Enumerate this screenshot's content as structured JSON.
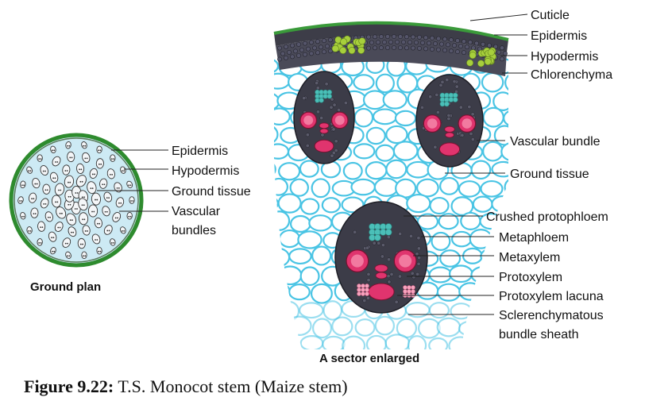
{
  "ground_plan": {
    "title": "Ground plan",
    "labels": [
      "Epidermis",
      "Hypodermis",
      "Ground tissue",
      "Vascular",
      "bundles"
    ]
  },
  "sector": {
    "title": "A sector enlarged",
    "labels": [
      "Cuticle",
      "Epidermis",
      "Hypodermis",
      "Chlorenchyma",
      "Vascular bundle",
      "Ground tissue",
      "Crushed protophloem",
      "Metaphloem",
      "Metaxylem",
      "Protoxylem",
      "Protoxylem lacuna",
      "Sclerenchymatous",
      "bundle sheath"
    ]
  },
  "caption": {
    "number": "Figure 9.22:",
    "text": "T.S. Monocot stem",
    "note": "(Maize stem)"
  },
  "colors": {
    "epidermis_green": "#3a9a3a",
    "ground_tissue_blue": "#49c4e4",
    "bundle_sheath_dark": "#3c3c48",
    "xylem_pink": "#e0346e",
    "phloem_teal": "#4bbfb8",
    "hypodermis_lime": "#a7cf3c"
  }
}
